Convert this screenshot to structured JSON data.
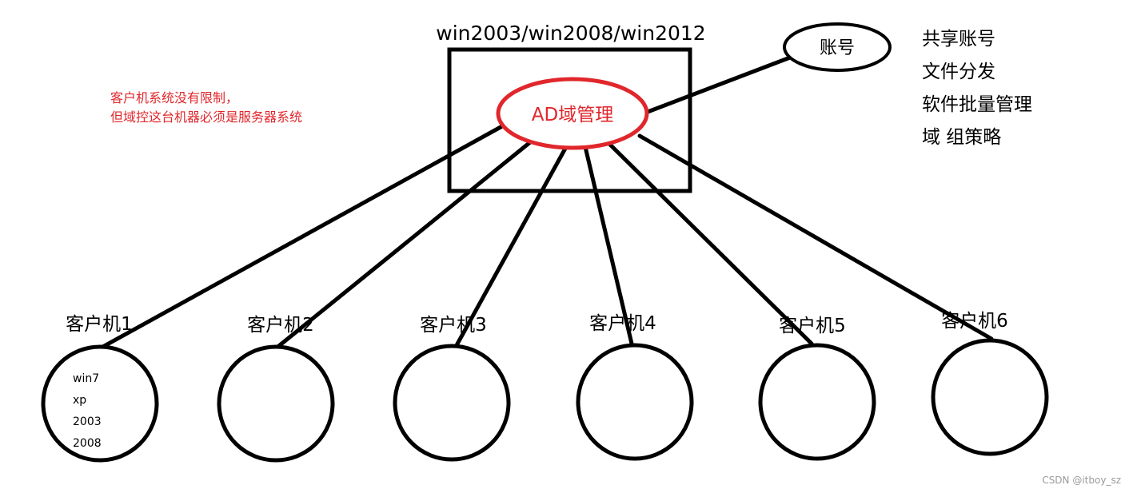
{
  "server": {
    "title": "win2003/win2008/win2012",
    "ad_label": "AD域管理"
  },
  "account": {
    "label": "账号"
  },
  "features": [
    "共享账号",
    "文件分发",
    "软件批量管理",
    "域 组策略"
  ],
  "note": {
    "line1": "客户机系统没有限制，",
    "line2": "但域控这台机器必须是服务器系统"
  },
  "clients": [
    {
      "label": "客户机1",
      "os": [
        "win7",
        "xp",
        "2003",
        "2008"
      ]
    },
    {
      "label": "客户机2",
      "os": []
    },
    {
      "label": "客户机3",
      "os": []
    },
    {
      "label": "客户机4",
      "os": []
    },
    {
      "label": "客户机5",
      "os": []
    },
    {
      "label": "客户机6",
      "os": []
    }
  ],
  "watermark": "CSDN @itboy_sz",
  "colors": {
    "ink": "#000000",
    "accent_red": "#e0272c",
    "watermark": "#9a9a9a"
  }
}
